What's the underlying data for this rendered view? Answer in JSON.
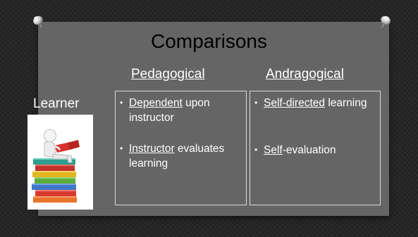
{
  "title": "Comparisons",
  "row_label": "Learner",
  "columns": [
    {
      "heading": "Pedagogical",
      "bullets": [
        {
          "underlined": "Dependent",
          "rest": " upon instructor"
        },
        {
          "underlined": "Instructor",
          "rest": " evaluates learning"
        }
      ]
    },
    {
      "heading": "Andragogical",
      "bullets": [
        {
          "underlined": "Self-directed",
          "rest": " learning"
        },
        {
          "underlined": "Self",
          "rest": "-evaluation"
        }
      ]
    }
  ],
  "bullet_glyph": "•",
  "icons": {
    "pins": "pushpin-icon",
    "learner_image": "person-reading-on-books-icon"
  },
  "colors": {
    "background": "#262626",
    "board": "#656565",
    "title_text": "#000000",
    "body_text": "#ffffff",
    "box_border": "#d9d9d9"
  }
}
